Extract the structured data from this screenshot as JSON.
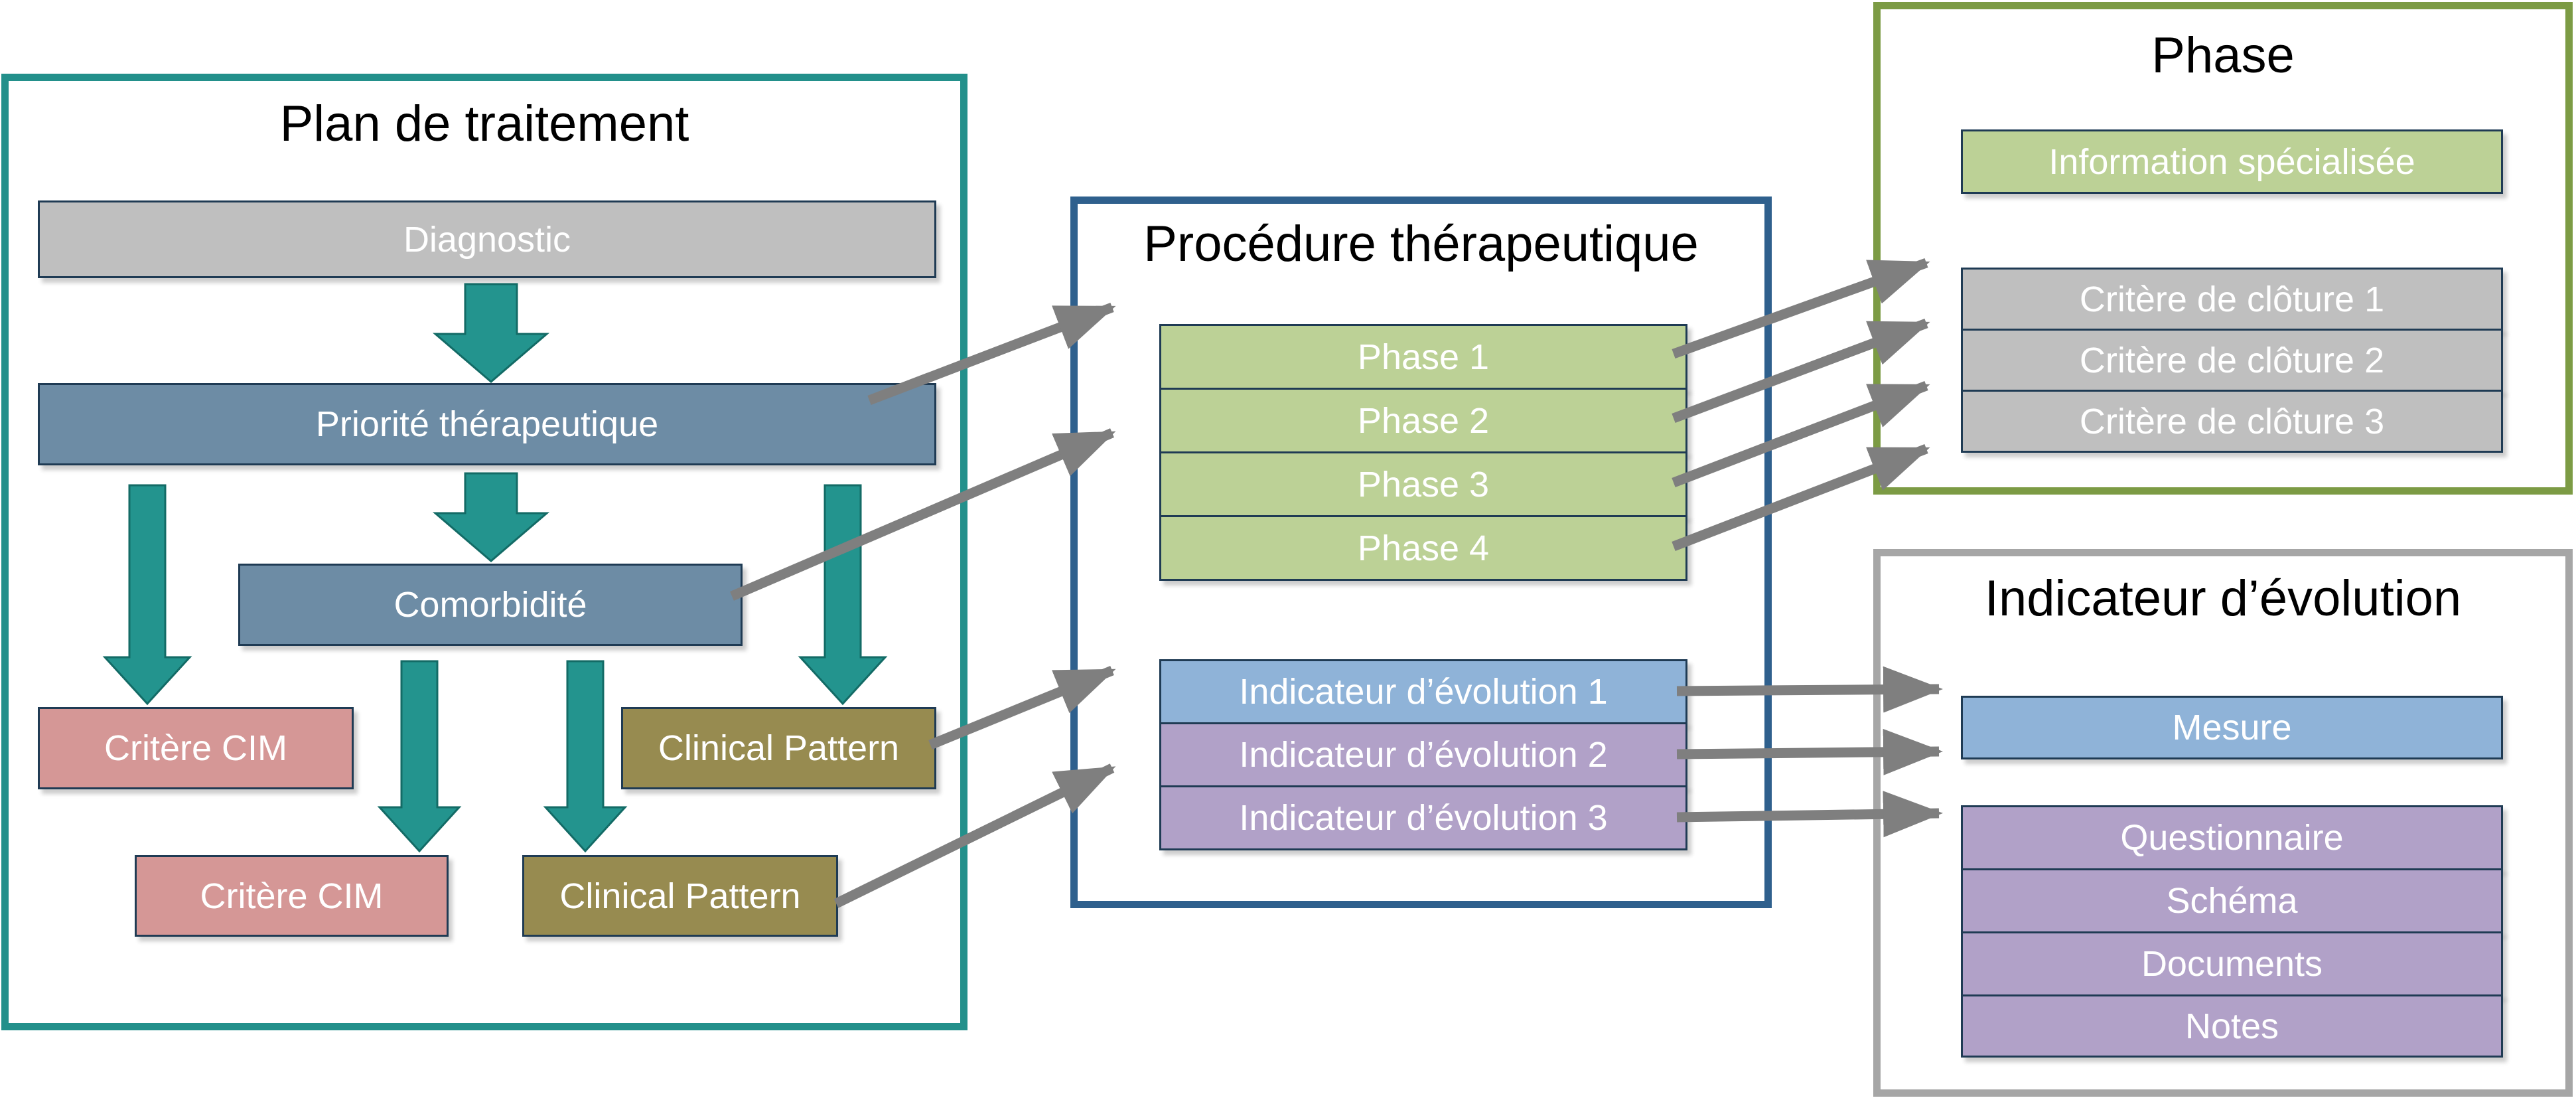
{
  "plan": {
    "title": "Plan de traitement",
    "diagnostic": "Diagnostic",
    "priorite": "Priorité thérapeutique",
    "comorbidite": "Comorbidité",
    "critere_cim_1": "Critère CIM",
    "clinical_pattern_1": "Clinical Pattern",
    "critere_cim_2": "Critère CIM",
    "clinical_pattern_2": "Clinical Pattern"
  },
  "procedure": {
    "title": "Procédure thérapeutique",
    "phases": [
      "Phase 1",
      "Phase 2",
      "Phase 3",
      "Phase 4"
    ],
    "indicateurs": [
      "Indicateur d’évolution 1",
      "Indicateur d’évolution 2",
      "Indicateur d’évolution 3"
    ]
  },
  "phase_box": {
    "title": "Phase",
    "information": "Information spécialisée",
    "criteres": [
      "Critère de clôture 1",
      "Critère de clôture 2",
      "Critère de clôture 3"
    ]
  },
  "indicateur_box": {
    "title": "Indicateur d’évolution",
    "mesure": "Mesure",
    "items": [
      "Questionnaire",
      "Schéma",
      "Documents",
      "Notes"
    ]
  },
  "colors": {
    "teal_arrow": "#23948E",
    "plan_border": "#23908B",
    "procedure_border": "#2F608D",
    "phase_border": "#7C9B44",
    "evolution_border": "#A6A6A6",
    "slate_blue": "#6D8CA5",
    "rose": "#D59796",
    "olive": "#978B50",
    "green": "#BCD196",
    "light_blue": "#8FB3D8",
    "purple": "#B1A1C8",
    "gray_fill": "#BFBFBF",
    "connector_gray": "#7F7F7F",
    "bar_border": "#1F3B54"
  }
}
